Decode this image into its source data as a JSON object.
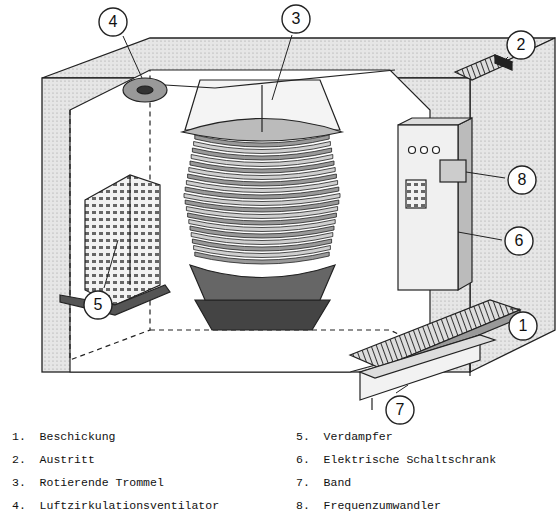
{
  "diagram": {
    "nodes": [
      {
        "text": [
          "4"
        ]
      },
      {
        "text": [
          "3"
        ]
      },
      {
        "text": [
          "2"
        ]
      },
      {
        "text": [
          "8"
        ]
      },
      {
        "text": [
          "6"
        ]
      },
      {
        "text": [
          "5"
        ]
      },
      {
        "text": [
          "1"
        ]
      },
      {
        "text": [
          "7"
        ]
      }
    ],
    "labels": [
      "1.  Beschickung",
      "2.  Austritt",
      "3.  Rotierende Trommel",
      "4.  Luftzirkulationsventilator",
      "5.  Verdampfer",
      "6.  Elektrische Schaltschrank",
      "7.  Band",
      "8.  Frequenzumwandler"
    ]
  }
}
